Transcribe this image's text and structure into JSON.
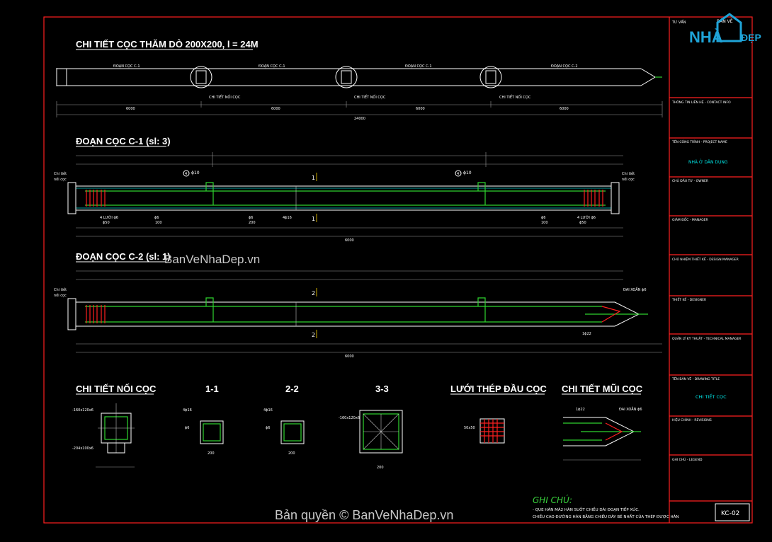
{
  "pile_overview": {
    "title": "CHI TIẾT CỌC THĂM DÒ 200X200, l = 24M",
    "segment_labels": [
      "ĐOẠN CỌC C-1",
      "ĐOẠN CỌC C-1",
      "ĐOẠN CỌC C-1",
      "ĐOẠN CỌC C-2"
    ],
    "joint_label": "CHI TIẾT NỐI CỌC",
    "segment_dims": [
      "6000",
      "6000",
      "6000",
      "6000"
    ],
    "total_dim": "24000"
  },
  "segment_c1": {
    "title": "ĐOẠN CỌC C-1 (sl: 3)",
    "joint_label_line1": "Chi tiết",
    "joint_label_line2": "nối cọc",
    "stirrup_top": "ϕ10",
    "stirrup_mark": "4",
    "section_mark": "1",
    "labels": {
      "mesh_left": "4 LƯỚI ϕ6",
      "mesh_left_spacing": "ϕ50",
      "s100_left": "ϕ6",
      "s100_left_val": "100",
      "s200": "ϕ6",
      "s200_val": "200",
      "main_bar": "4ϕ16",
      "s100_right": "ϕ6",
      "s100_right_val": "100",
      "mesh_right": "4 LƯỚI ϕ6",
      "mesh_right_spacing": "ϕ50"
    },
    "total_dim": "6000"
  },
  "segment_c2": {
    "title": "ĐOẠN CỌC C-2 (sl: 1)",
    "joint_label_line1": "Chi tiết",
    "joint_label_line2": "nối cọc",
    "section_mark": "2",
    "tip_label": "ĐAI XOẮN ϕ6",
    "tip_bar": "1ϕ22",
    "total_dim": "6000"
  },
  "details": {
    "joint_title": "CHI TIẾT NỐI CỌC",
    "sec11_title": "1-1",
    "sec22_title": "2-2",
    "sec33_title": "3-3",
    "mesh_title": "LƯỚI THÉP ĐẦU CỌC",
    "tip_title": "CHI TIẾT MŨI CỌC",
    "plate_a": "-160x120x6",
    "plate_b": "-204x100x6",
    "bars_4d16": "4ϕ16",
    "stirrup_d6": "ϕ6",
    "dim_200": "200",
    "mesh_spacing": "50x50",
    "tip_label": "ĐAI XOẮN ϕ6",
    "tip_bar": "1ϕ22"
  },
  "notes": {
    "heading": "GHI CHÚ:",
    "line1": "- QUE HÀN MÃ2 HÀN SUỐT CHIỀU DÀI ĐOẠN TIẾP XÚC.",
    "line2": "CHIỀU CAO ĐƯỜNG HÀN BẰNG CHIỀU DÀY BÉ NHẤT CỦA THÉP ĐƯỢC HÀN"
  },
  "title_block": {
    "consultant": "TƯ VẤN",
    "logo_top": "BẢN VẼ",
    "logo_main": "NHÀ",
    "logo_side": "ĐẸP",
    "contact": "THÔNG TIN LIÊN HỆ - CONTACT INFO",
    "project_label": "TÊN CÔNG TRÌNH - PROJECT NAME",
    "project_name": "NHÀ Ở DÂN DỤNG",
    "owner": "CHỦ ĐẦU TƯ - OWNER",
    "manager": "GIÁM ĐỐC - MANAGER",
    "design_manager": "CHỦ NHIỆM THIẾT KẾ - DESIGN MANAGER",
    "designer": "THIẾT KẾ - DESIGNER",
    "tech_manager": "QUẢN LÝ KỸ THUẬT - TECHNICAL MANAGER",
    "drawing_title_label": "TÊN BẢN VẼ - DRAWING TITLE",
    "drawing_title": "CHI TIẾT CỌC",
    "revision": "HIỆU CHỈNH - REVISIONS",
    "legend": "GHI CHÚ - LEGEND",
    "sheet": "KC-02"
  },
  "watermarks": {
    "mid": "BanVeNhaDep.vn",
    "bottom": "Bản quyền © BanVeNhaDep.vn"
  }
}
